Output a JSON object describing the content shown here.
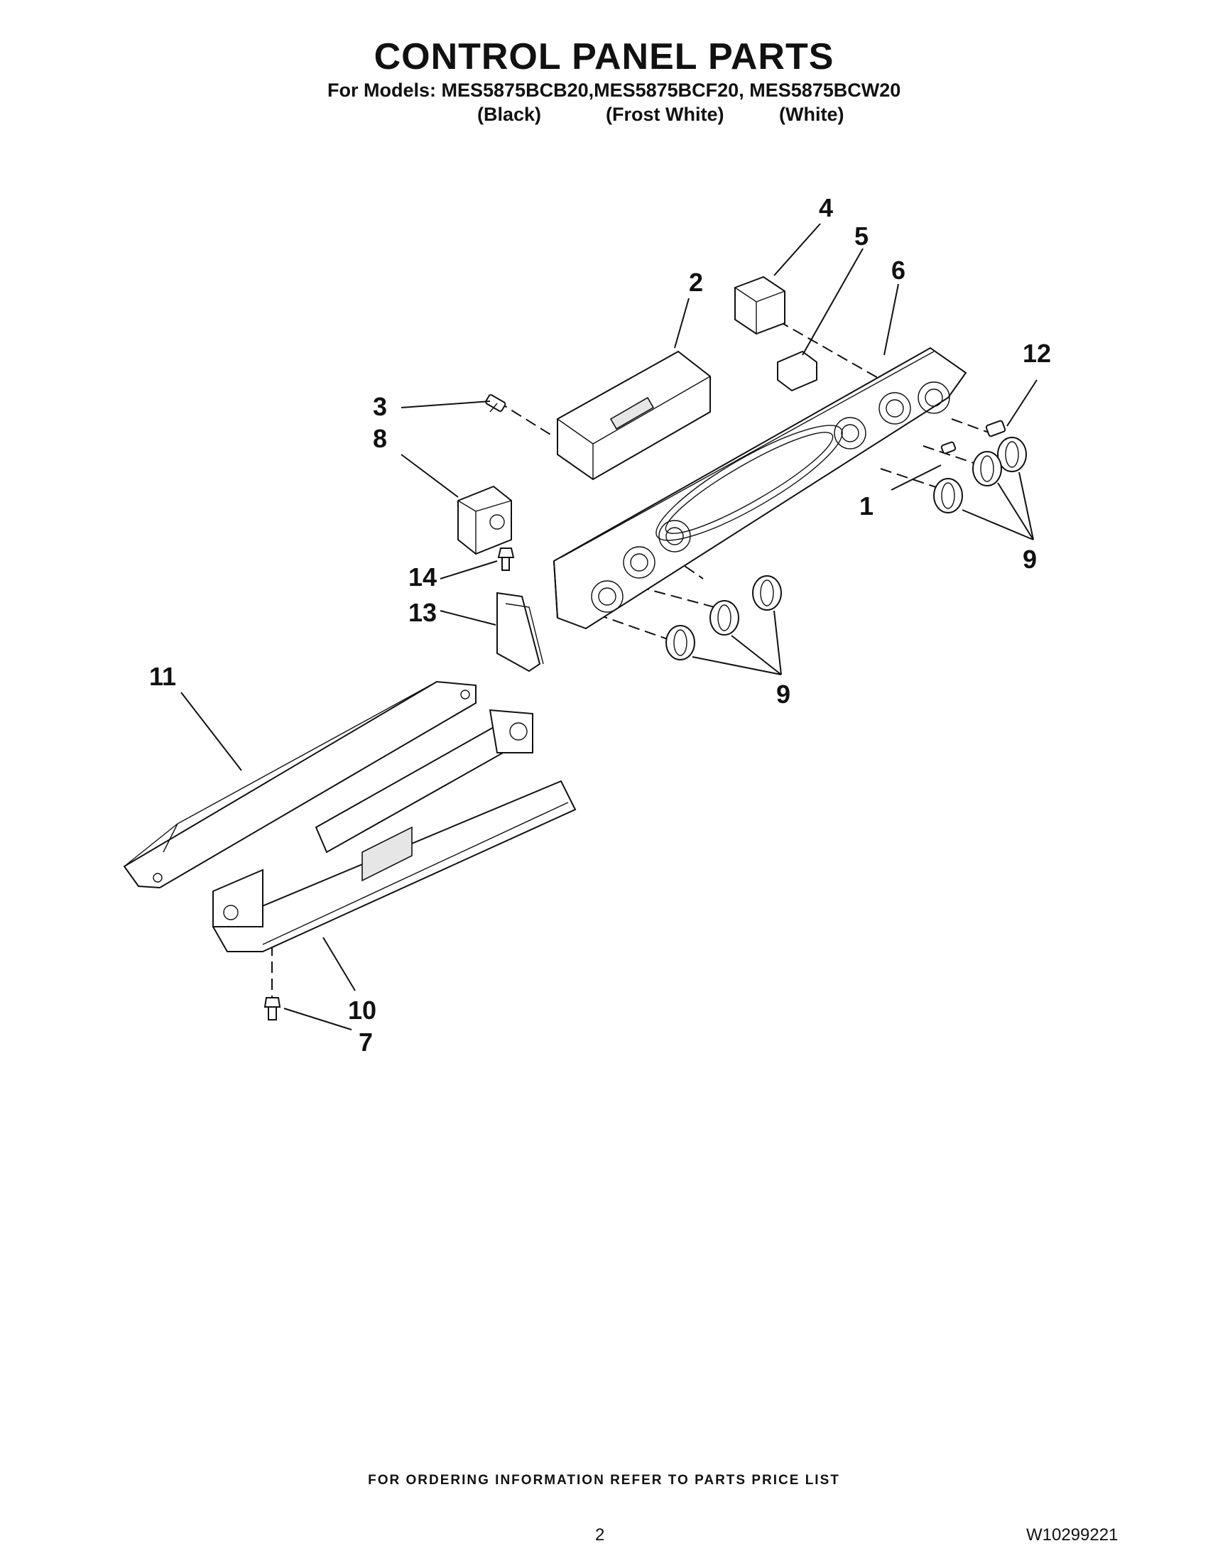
{
  "header": {
    "title": "CONTROL PANEL PARTS",
    "models_line": "For Models: MES5875BCB20,MES5875BCF20, MES5875BCW20",
    "variants": [
      "(Black)",
      "(Frost White)",
      "(White)"
    ]
  },
  "callouts": [
    "1",
    "2",
    "3",
    "4",
    "5",
    "6",
    "7",
    "8",
    "9",
    "9",
    "10",
    "11",
    "12",
    "13",
    "14"
  ],
  "footer": {
    "ordering_note": "FOR ORDERING INFORMATION REFER TO PARTS PRICE LIST",
    "page_number": "2",
    "doc_number": "W10299221"
  }
}
